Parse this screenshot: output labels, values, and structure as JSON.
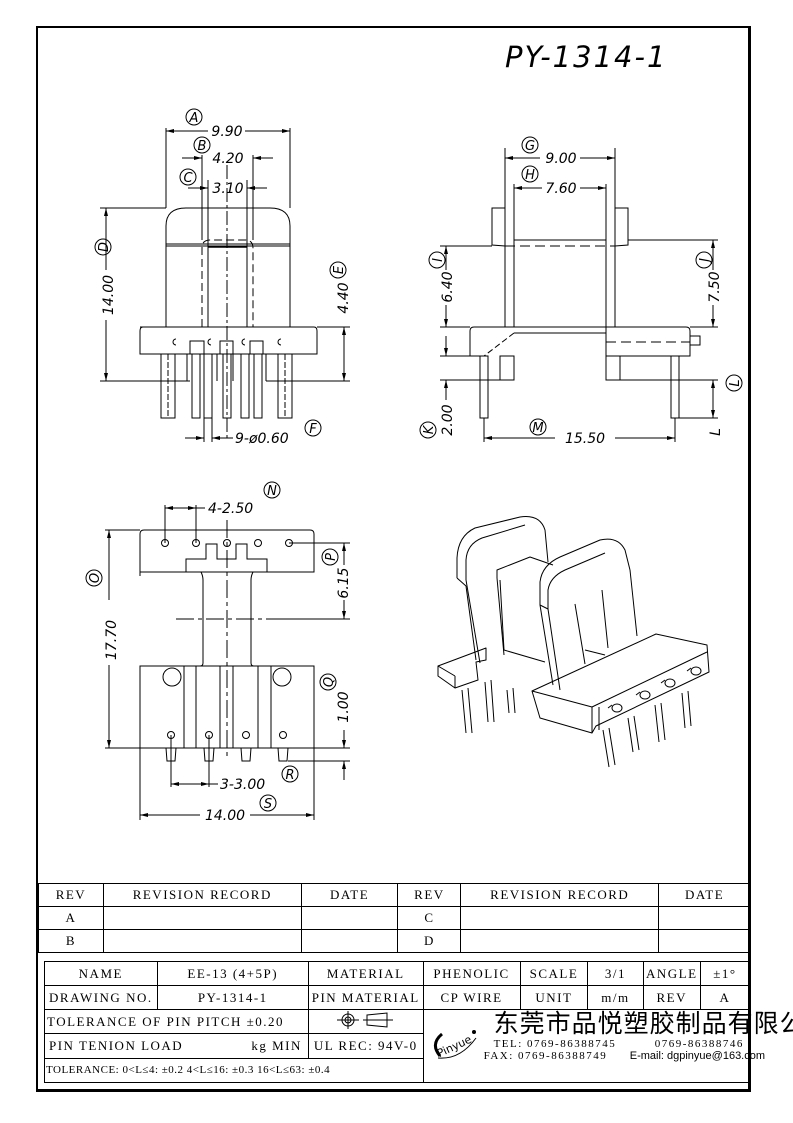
{
  "drawing": {
    "title": "PY-1314-1",
    "front_view": {
      "dims": [
        {
          "label": "A",
          "value": "9.90"
        },
        {
          "label": "B",
          "value": "4.20"
        },
        {
          "label": "C",
          "value": "3.10"
        },
        {
          "label": "D",
          "value": "14.00"
        },
        {
          "label": "E",
          "value": "4.40"
        },
        {
          "label": "F",
          "value": "9-ø0.60"
        }
      ]
    },
    "side_view": {
      "dims": [
        {
          "label": "G",
          "value": "9.00"
        },
        {
          "label": "H",
          "value": "7.60"
        },
        {
          "label": "I",
          "value": "6.40"
        },
        {
          "label": "J",
          "value": "7.50"
        },
        {
          "label": "K",
          "value": "2.00"
        },
        {
          "label": "L",
          "value": "L"
        },
        {
          "label": "M",
          "value": "15.50"
        }
      ]
    },
    "bottom_view": {
      "dims": [
        {
          "label": "N",
          "value": "4-2.50"
        },
        {
          "label": "O",
          "value": "17.70"
        },
        {
          "label": "P",
          "value": "6.15"
        },
        {
          "label": "Q",
          "value": "1.00"
        },
        {
          "label": "R",
          "value": "3-3.00"
        },
        {
          "label": "S",
          "value": "14.00"
        }
      ]
    }
  },
  "revision_table": {
    "headers": [
      "REV",
      "REVISION RECORD",
      "DATE",
      "REV",
      "REVISION RECORD",
      "DATE"
    ],
    "rows": [
      [
        "A",
        "",
        "",
        "C",
        "",
        ""
      ],
      [
        "B",
        "",
        "",
        "D",
        "",
        ""
      ]
    ]
  },
  "info": {
    "name_label": "NAME",
    "name_value": "EE-13 (4+5P)",
    "material_label": "MATERIAL",
    "material_value": "PHENOLIC",
    "scale_label": "SCALE",
    "scale_value": "3/1",
    "angle_label": "ANGLE",
    "angle_value": "±1°",
    "drawing_no_label": "DRAWING NO.",
    "drawing_no_value": "PY-1314-1",
    "pin_material_label": "PIN MATERIAL",
    "pin_material_value": "CP WIRE",
    "unit_label": "UNIT",
    "unit_value": "m/m",
    "rev_label": "REV",
    "rev_value": "A",
    "tolerance_pitch": "TOLERANCE OF PIN PITCH ±0.20",
    "pin_load_label": "PIN TENION LOAD",
    "pin_load_unit": "kg MIN",
    "ul_rec": "UL REC: 94V-0",
    "tolerance_general": "TOLERANCE: 0<L≤4: ±0.2   4<L≤16: ±0.3   16<L≤63: ±0.4"
  },
  "company": {
    "logo_text": "Pinyue",
    "name": "东莞市品悦塑胶制品有限公司",
    "tel": "TEL: 0769-86388745",
    "tel2": "0769-86388746",
    "fax": "FAX: 0769-86388749",
    "email": "E-mail: dgpinyue@163.com"
  }
}
